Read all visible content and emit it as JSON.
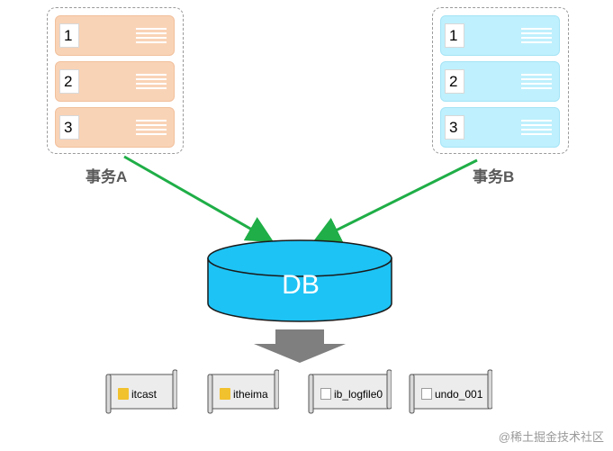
{
  "transactions": [
    {
      "label": "事务A",
      "rows": [
        "1",
        "2",
        "3"
      ]
    },
    {
      "label": "事务B",
      "rows": [
        "1",
        "2",
        "3"
      ]
    }
  ],
  "database": {
    "label": "DB"
  },
  "files": [
    {
      "name": "itcast",
      "icon": "folder-icon"
    },
    {
      "name": "itheima",
      "icon": "folder-icon"
    },
    {
      "name": "ib_logfile0",
      "icon": "document-icon"
    },
    {
      "name": "undo_001",
      "icon": "document-icon"
    }
  ],
  "watermark": "@稀土掘金技术社区",
  "colors": {
    "transaction_a": "#f9d3b6",
    "transaction_b": "#bff0fd",
    "db": "#1dc3f5",
    "arrow_green": "#1fae47",
    "down_arrow": "#7f7f7f"
  }
}
